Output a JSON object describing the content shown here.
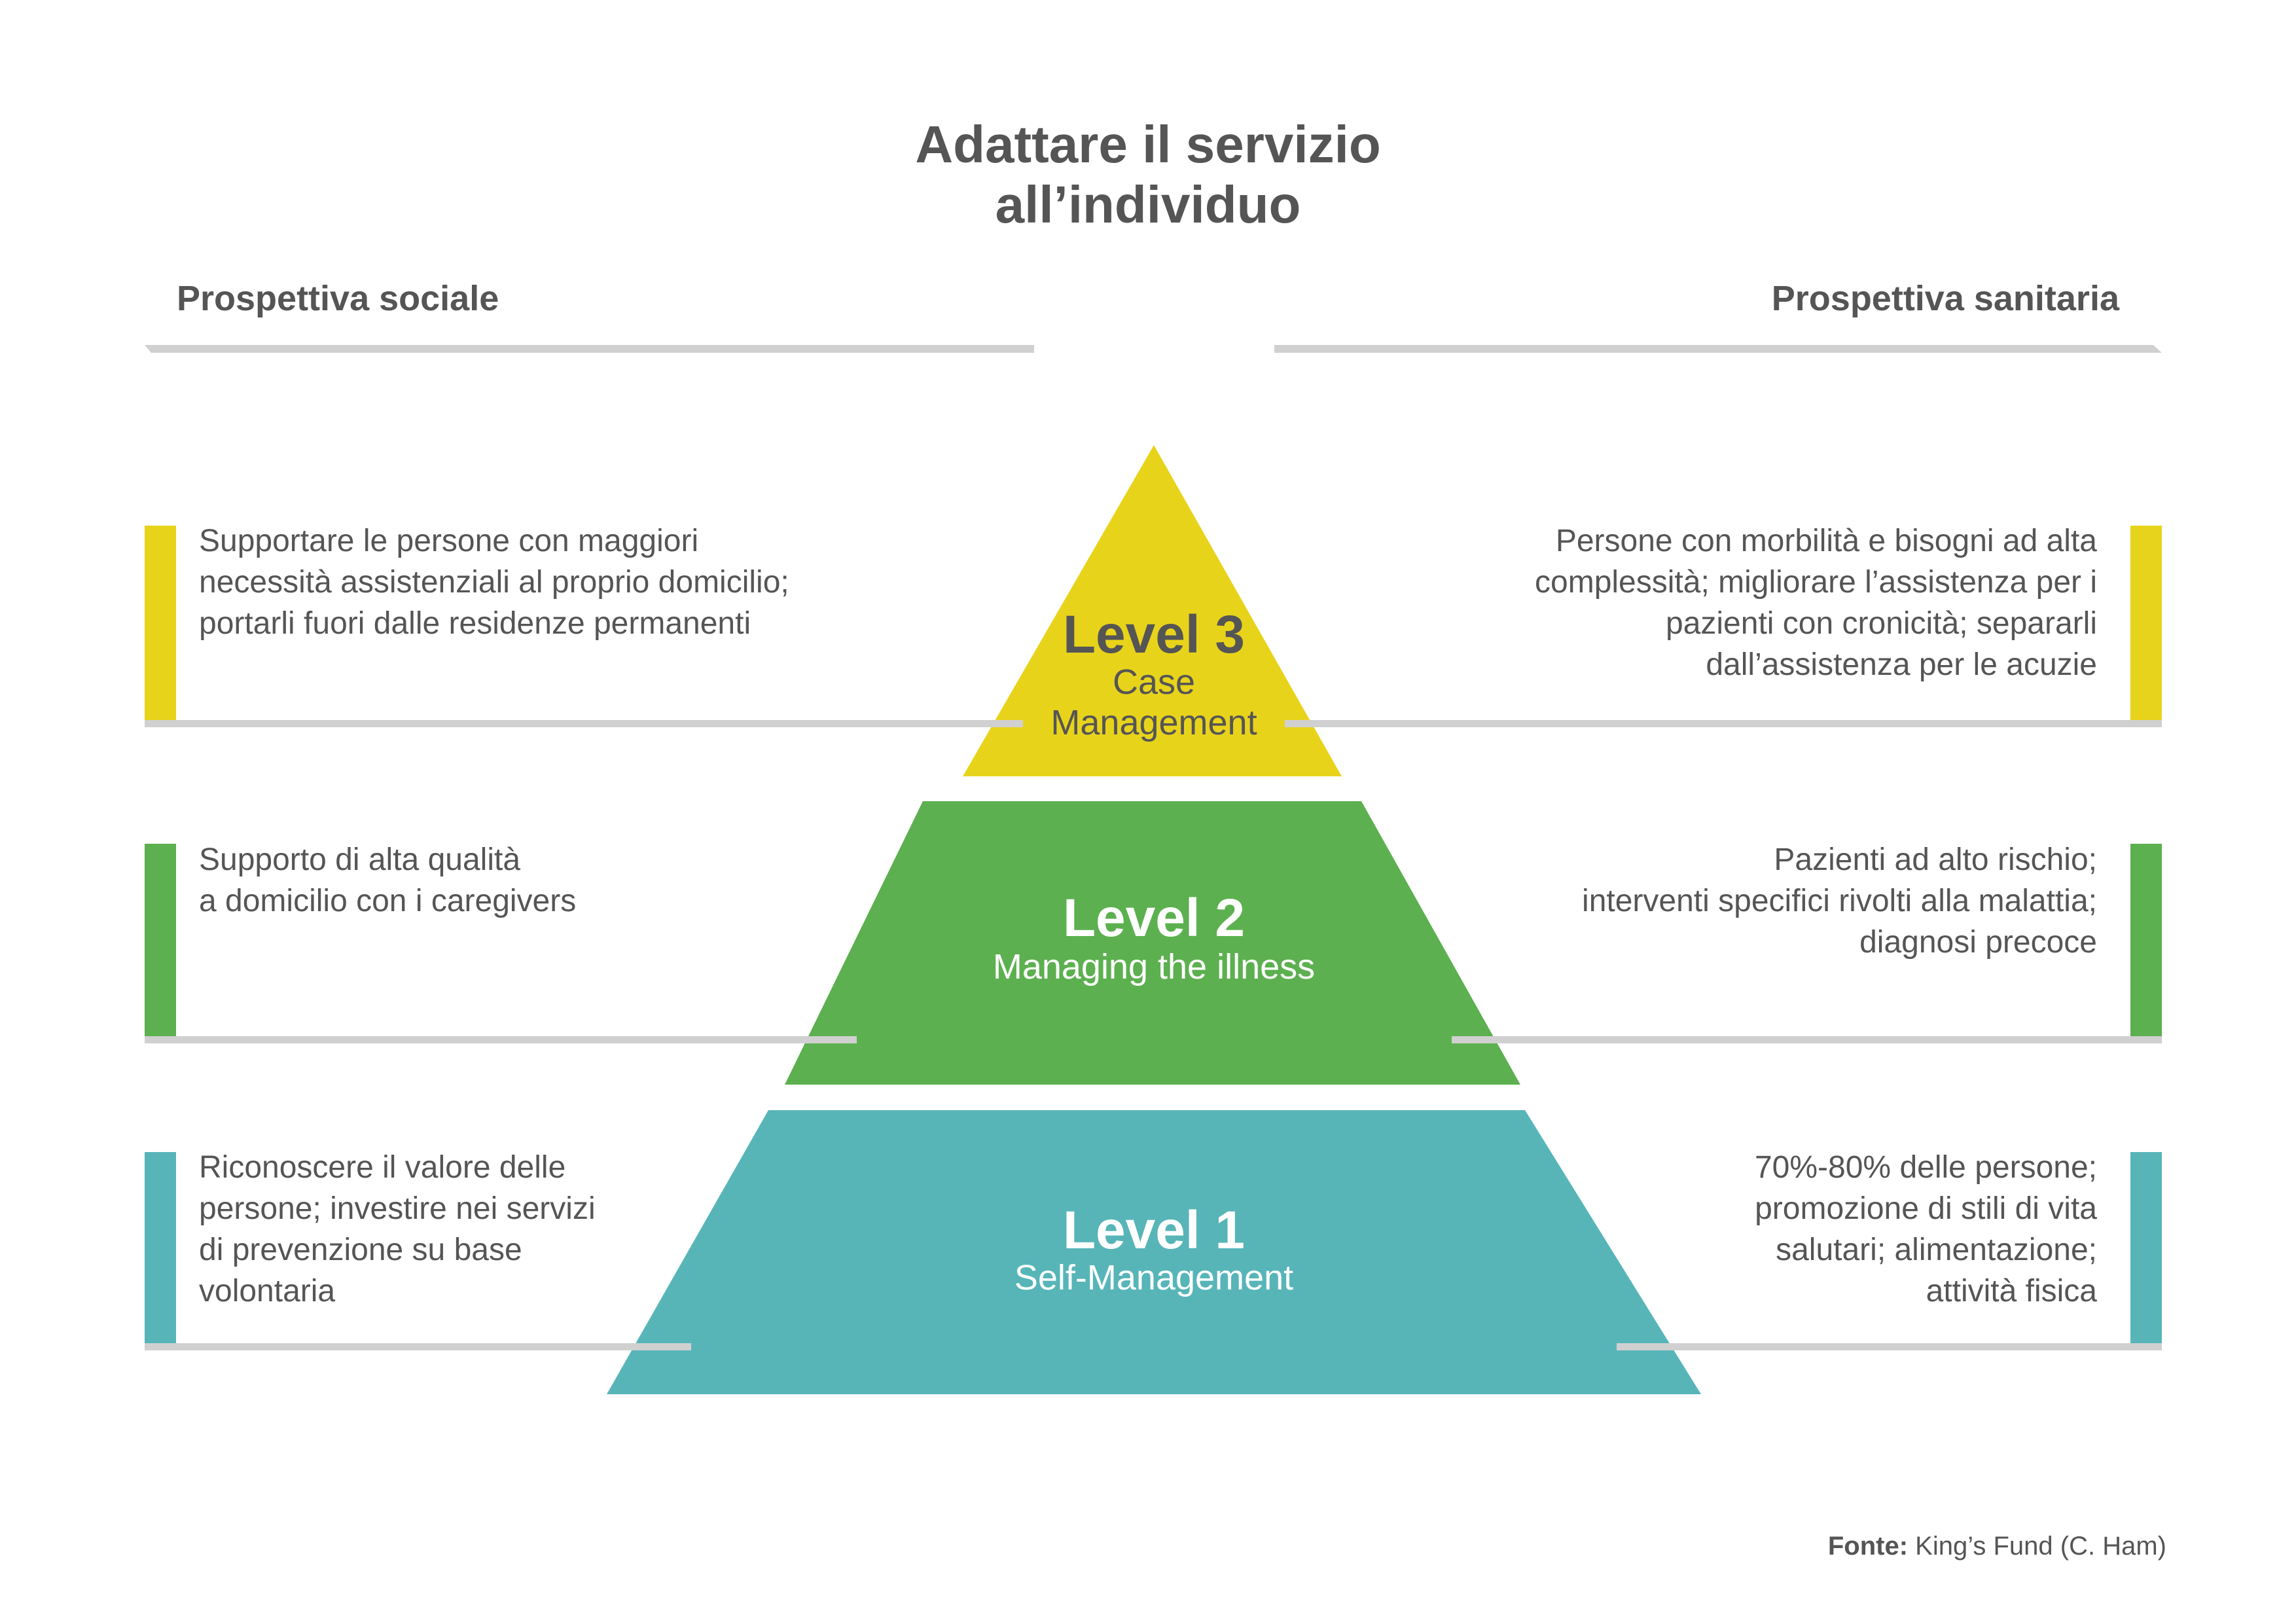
{
  "title": {
    "line1": "Adattare il servizio",
    "line2": "all’individuo"
  },
  "headers": {
    "left": "Prospettiva sociale",
    "right": "Prospettiva sanitaria"
  },
  "colors": {
    "level3": "#e8d31b",
    "level2": "#5cb04f",
    "level1": "#57b5b8",
    "text": "#555555",
    "rule": "#d0d0d0"
  },
  "levels": [
    {
      "id": "level3",
      "name": "Level 3",
      "subtitle_lines": [
        "Case",
        "Management"
      ],
      "left_lines": [
        "Supportare le persone con maggiori",
        "necessità assistenziali al proprio domicilio;",
        "portarli fuori dalle residenze permanenti"
      ],
      "right_lines": [
        "Persone con morbilità e bisogni ad alta",
        "complessità; migliorare l’assistenza per i",
        "pazienti con cronicità; separarli",
        "dall’assistenza per le acuzie"
      ]
    },
    {
      "id": "level2",
      "name": "Level 2",
      "subtitle_lines": [
        "Managing the illness"
      ],
      "left_lines": [
        "Supporto di alta qualità",
        "a domicilio con i caregivers"
      ],
      "right_lines": [
        "Pazienti ad alto rischio;",
        "interventi specifici rivolti alla malattia;",
        "diagnosi precoce"
      ]
    },
    {
      "id": "level1",
      "name": "Level 1",
      "subtitle_lines": [
        "Self-Management"
      ],
      "left_lines": [
        "Riconoscere il valore delle",
        "persone; investire nei servizi",
        "di prevenzione su base",
        "volontaria"
      ],
      "right_lines": [
        "70%-80% delle persone;",
        "promozione di stili di vita",
        "salutari; alimentazione;",
        "attività fisica"
      ]
    }
  ],
  "source": {
    "label": "Fonte:",
    "text": " King’s Fund (C. Ham)"
  }
}
